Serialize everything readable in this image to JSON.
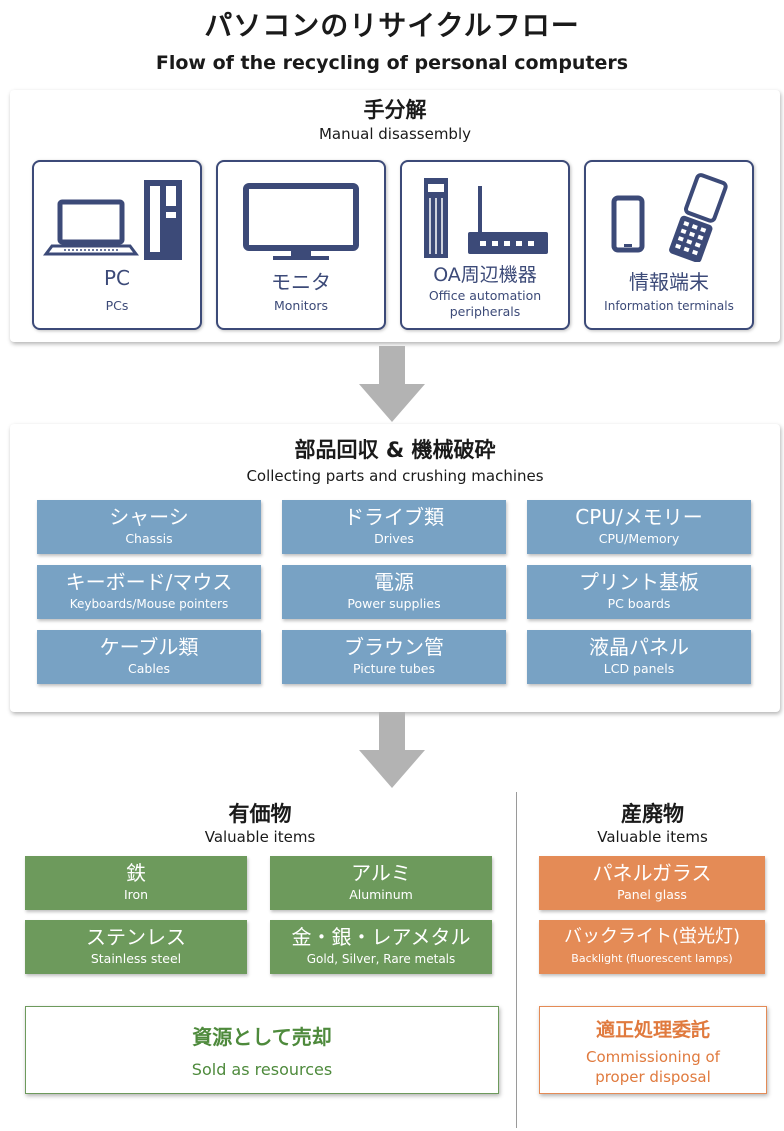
{
  "title": {
    "jp": "パソコンのリサイクルフロー",
    "en": "Flow of the recycling of personal computers"
  },
  "stage1": {
    "title_jp": "手分解",
    "title_en": "Manual disassembly",
    "devices": [
      {
        "jp": "PC",
        "en": "PCs",
        "icon": "pc-icon"
      },
      {
        "jp": "モニタ",
        "en": "Monitors",
        "icon": "monitor-icon"
      },
      {
        "jp": "OA周辺機器",
        "en": "Office automation peripherals",
        "icon": "oa-peripherals-icon"
      },
      {
        "jp": "情報端末",
        "en": "Information terminals",
        "icon": "mobile-devices-icon"
      }
    ]
  },
  "stage2": {
    "title_jp": "部品回収 & 機械破砕",
    "title_en": "Collecting parts and crushing machines",
    "parts": [
      {
        "jp": "シャーシ",
        "en": "Chassis"
      },
      {
        "jp": "ドライブ類",
        "en": "Drives"
      },
      {
        "jp": "CPU/メモリー",
        "en": "CPU/Memory"
      },
      {
        "jp": "キーボード/マウス",
        "en": "Keyboards/Mouse pointers"
      },
      {
        "jp": "電源",
        "en": "Power supplies"
      },
      {
        "jp": "プリント基板",
        "en": "PC boards"
      },
      {
        "jp": "ケーブル類",
        "en": "Cables"
      },
      {
        "jp": "ブラウン管",
        "en": "Picture tubes"
      },
      {
        "jp": "液晶パネル",
        "en": "LCD panels"
      }
    ]
  },
  "valuables": {
    "title_jp": "有価物",
    "title_en": "Valuable items",
    "items": [
      {
        "jp": "鉄",
        "en": "Iron"
      },
      {
        "jp": "アルミ",
        "en": "Aluminum"
      },
      {
        "jp": "ステンレス",
        "en": "Stainless steel"
      },
      {
        "jp": "金・銀・レアメタル",
        "en": "Gold, Silver, Rare metals"
      }
    ],
    "outcome_jp": "資源として売却",
    "outcome_en": "Sold as resources"
  },
  "waste": {
    "title_jp": "産廃物",
    "title_en": "Valuable items",
    "items": [
      {
        "jp": "パネルガラス",
        "en": "Panel glass"
      },
      {
        "jp": "バックライト(蛍光灯)",
        "en": "Backlight (fluorescent lamps)"
      }
    ],
    "outcome_jp": "適正処理委託",
    "outcome_en_1": "Commissioning of",
    "outcome_en_2": "proper disposal"
  },
  "colors": {
    "device_navy": "#3c4a78",
    "parts_blue": "#78a2c4",
    "valuable_green": "#6d9a5c",
    "waste_orange": "#e48b56",
    "arrow_gray": "#b3b3b3"
  }
}
